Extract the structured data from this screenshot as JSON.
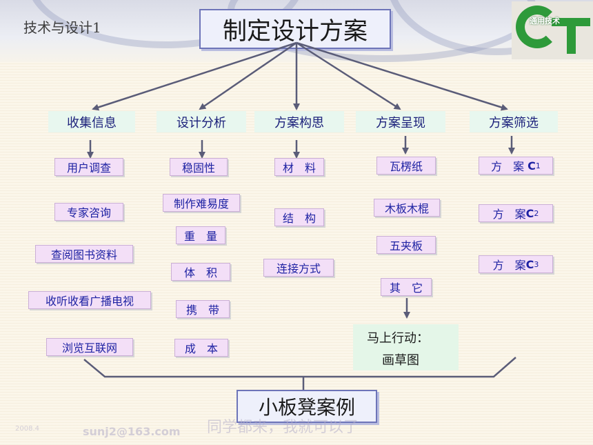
{
  "header": {
    "corner_title": "技术与设计1",
    "main_title": "制定设计方案",
    "logo_text": "通用技术"
  },
  "categories": [
    "收集信息",
    "设计分析",
    "方案构思",
    "方案呈现",
    "方案筛选"
  ],
  "collect": [
    "用户调查",
    "专家咨询",
    "查阅图书资料",
    "收听收看广播电视",
    "浏览互联网"
  ],
  "analysis": [
    "稳固性",
    "制作难易度",
    "重　量",
    "体　积",
    "携　带",
    "成　本"
  ],
  "concept": [
    "材　料",
    "结　构",
    "连接方式"
  ],
  "present": [
    "瓦楞纸",
    "木板木棍",
    "五夹板",
    "其　它"
  ],
  "select": {
    "prefix": "方　案",
    "items": [
      {
        "letter": "C",
        "num": "1"
      },
      {
        "letter": "C",
        "num": "2"
      },
      {
        "letter": "C",
        "num": "3"
      }
    ]
  },
  "action": {
    "line1": "马上行动：",
    "line2": "画草图"
  },
  "bottom_title": "小板凳案例",
  "footer": {
    "date": "2008.4",
    "email": "sunj2@163.com",
    "motto": "同学都来，我就可以了"
  },
  "colors": {
    "item_bg": "#f3dff7",
    "item_text": "#1e22a3",
    "category_bg": "#e8f7ef",
    "category_text": "#1a1f7a",
    "line": "#5a5c78"
  }
}
